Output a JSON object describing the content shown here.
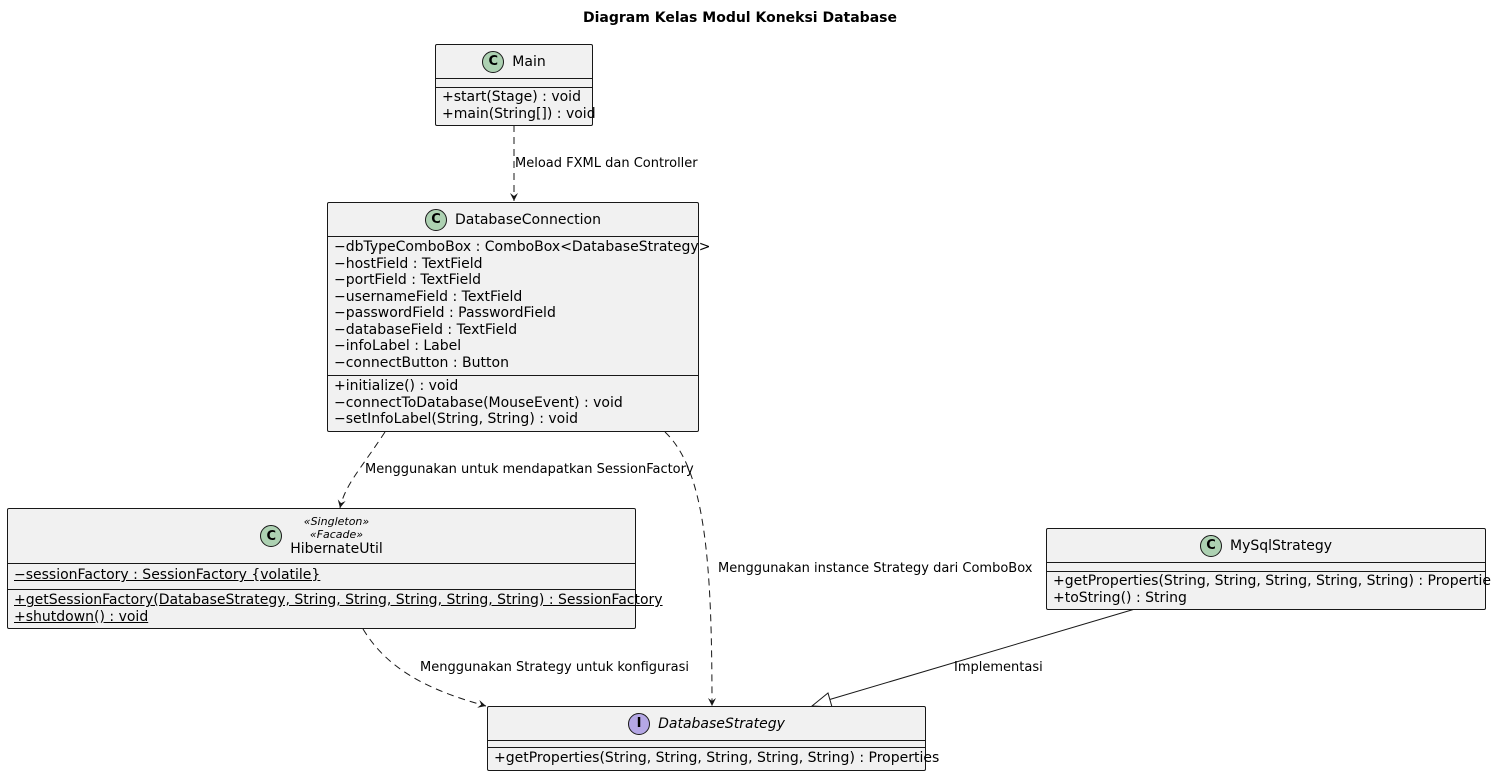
{
  "title": "Diagram Kelas Modul Koneksi Database",
  "classes": {
    "main": {
      "name": "Main",
      "kind": "C",
      "fields": [],
      "methods": [
        "+start(Stage) : void",
        "+main(String[]) : void"
      ]
    },
    "database_connection": {
      "name": "DatabaseConnection",
      "kind": "C",
      "fields": [
        "−dbTypeComboBox : ComboBox<DatabaseStrategy>",
        "−hostField : TextField",
        "−portField : TextField",
        "−usernameField : TextField",
        "−passwordField : PasswordField",
        "−databaseField : TextField",
        "−infoLabel : Label",
        "−connectButton : Button"
      ],
      "methods": [
        "+initialize() : void",
        "−connectToDatabase(MouseEvent) : void",
        "−setInfoLabel(String, String) : void"
      ]
    },
    "hibernate_util": {
      "name": "HibernateUtil",
      "kind": "C",
      "stereotypes": [
        "«Singleton»",
        "«Facade»"
      ],
      "fields": [
        "−sessionFactory : SessionFactory {volatile}"
      ],
      "methods": [
        "+getSessionFactory(DatabaseStrategy, String, String, String, String, String) : SessionFactory",
        "+shutdown() : void"
      ]
    },
    "mysql_strategy": {
      "name": "MySqlStrategy",
      "kind": "C",
      "fields": [],
      "methods": [
        "+getProperties(String, String, String, String, String) : Properties",
        "+toString() : String"
      ]
    },
    "database_strategy": {
      "name": "DatabaseStrategy",
      "kind": "I",
      "fields": [],
      "methods": [
        "+getProperties(String, String, String, String, String) : Properties"
      ]
    }
  },
  "relations": {
    "main_to_dbconn": "Meload FXML dan Controller",
    "dbconn_to_hibernate": "Menggunakan untuk mendapatkan SessionFactory",
    "dbconn_to_strategy": "Menggunakan instance Strategy dari ComboBox",
    "hibernate_to_strategy": "Menggunakan Strategy untuk konfigurasi",
    "mysql_implements_strategy": "Implementasi"
  },
  "colors": {
    "class_fill": "#f1f1f1",
    "border": "#181818",
    "class_badge": "#add1b2",
    "interface_badge": "#b4a7e5"
  }
}
